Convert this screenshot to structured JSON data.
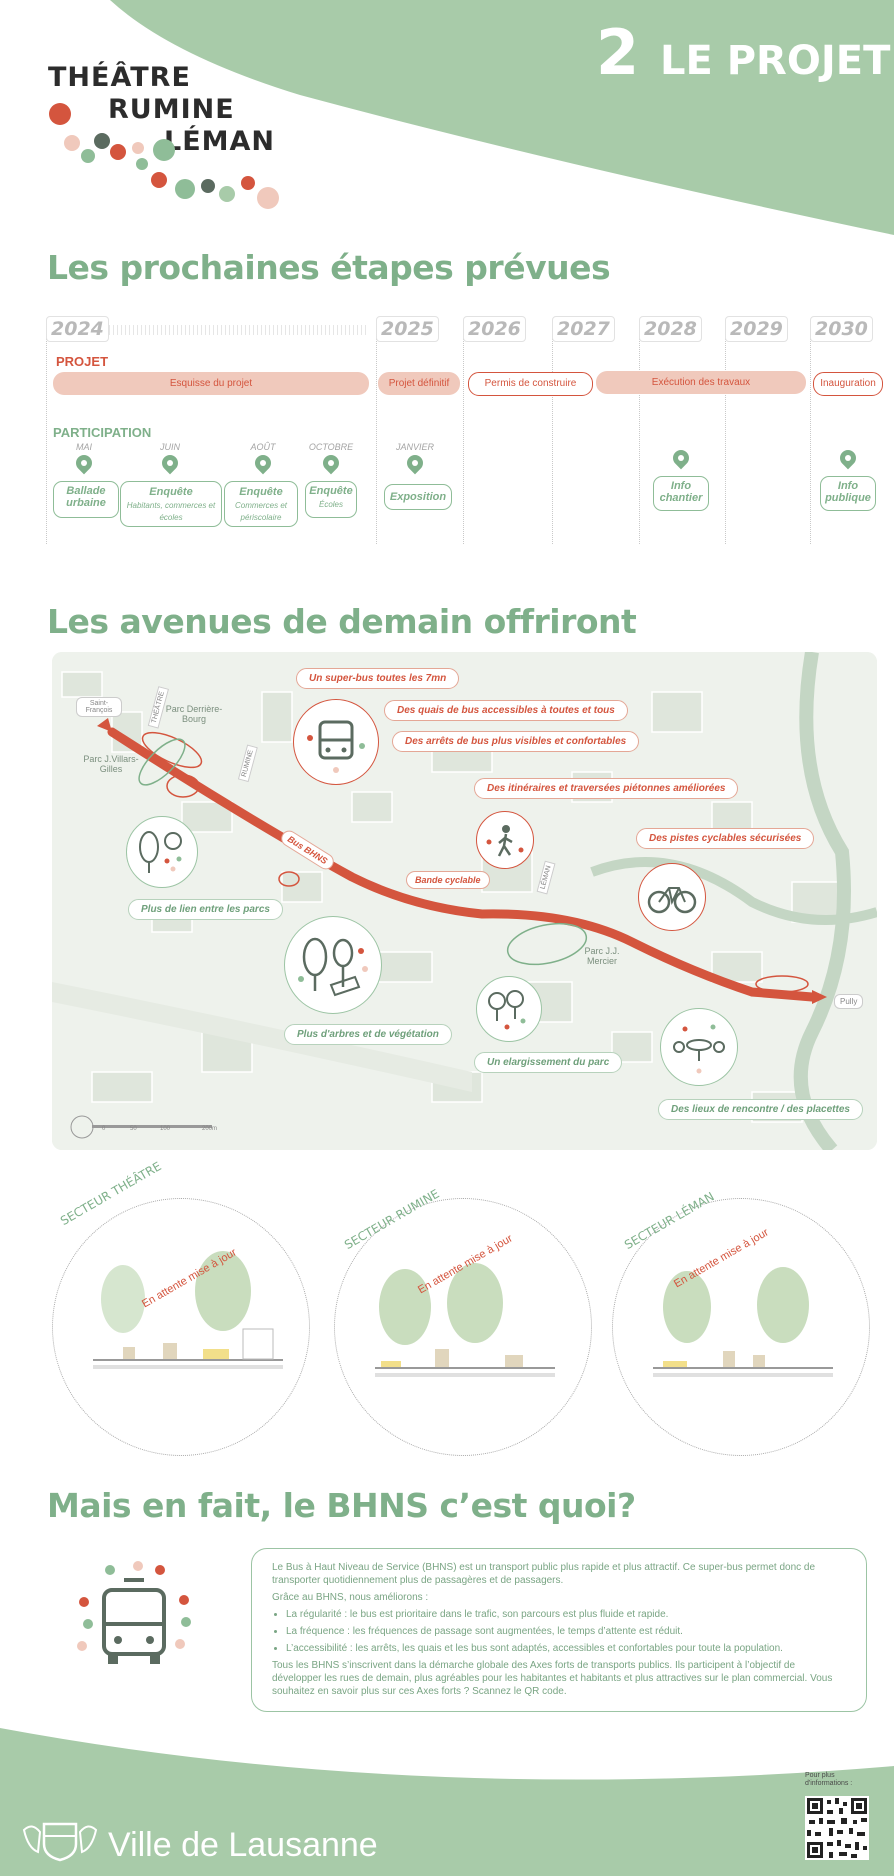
{
  "header": {
    "number": "2",
    "title": "LE PROJET",
    "logo_lines": [
      "THÉÂTRE",
      "RUMINE",
      "LÉMAN"
    ]
  },
  "colors": {
    "green": "#7fb08a",
    "red": "#d4553e",
    "pink": "#f0c9bc",
    "light_green": "#a8cba9"
  },
  "timeline": {
    "title": "Les prochaines étapes prévues",
    "years": [
      "2024",
      "2025",
      "2026",
      "2027",
      "2028",
      "2029",
      "2030"
    ],
    "projet_label": "PROJET",
    "participation_label": "PARTICIPATION",
    "projet_items": [
      "Esquisse du projet",
      "Projet définitif",
      "Permis de construire",
      "Exécution des travaux",
      "Inauguration"
    ],
    "participation_items": [
      {
        "month": "MAI",
        "title": "Ballade urbaine",
        "detail": ""
      },
      {
        "month": "JUIN",
        "title": "Enquête",
        "detail": "Habitants, commerces et écoles"
      },
      {
        "month": "AOÛT",
        "title": "Enquête",
        "detail": "Commerces et périscolaire"
      },
      {
        "month": "OCTOBRE",
        "title": "Enquête",
        "detail": "Écoles"
      },
      {
        "month": "JANVIER",
        "title": "Exposition",
        "detail": ""
      },
      {
        "month": "",
        "title": "Info chantier",
        "detail": ""
      },
      {
        "month": "",
        "title": "Info publique",
        "detail": ""
      }
    ]
  },
  "map": {
    "title": "Les avenues de demain offriront",
    "red_labels": [
      "Un super-bus toutes les 7mn",
      "Des quais de bus accessibles à toutes et tous",
      "Des arrêts de bus plus visibles et confortables",
      "Des itinéraires et traversées piétonnes améliorées",
      "Des pistes cyclables sécurisées",
      "Bande cyclable",
      "Bus BHNS"
    ],
    "green_labels": [
      "Plus de lien entre les parcs",
      "Plus d'arbres et de végétation",
      "Un elargissement du parc",
      "Des lieux de rencontre / des placettes"
    ],
    "places": [
      "Saint-François",
      "Parc Derrière-Bourg",
      "Parc J.Villars-Gilles",
      "Parc J.J. Mercier",
      "Pully",
      "THÉÂTRE",
      "RUMINE",
      "LÉMAN"
    ],
    "scale": [
      "0",
      "50",
      "100",
      "200m"
    ]
  },
  "sectors": [
    {
      "name": "SECTEUR THÉÂTRE",
      "status": "En attente mise à jour"
    },
    {
      "name": "SECTEUR RUMINE",
      "status": "En attente mise à jour"
    },
    {
      "name": "SECTEUR LÉMAN",
      "status": "En attente mise à jour"
    }
  ],
  "bhns": {
    "title": "Mais en fait, le BHNS c’est quoi?",
    "intro": "Le Bus à Haut Niveau de Service (BHNS) est un transport public plus rapide et plus attractif. Ce super-bus permet donc de transporter quotidiennement plus de passagères et de passagers.",
    "lead": "Grâce au BHNS, nous améliorons :",
    "bullets": [
      "La régularité : le bus est prioritaire dans le trafic, son parcours est plus fluide et rapide.",
      "La fréquence : les fréquences de passage sont augmentées, le temps d’attente est réduit.",
      "L’accessibilité : les arrêts, les quais et les bus sont adaptés, accessibles et confortables pour toute la population."
    ],
    "outro": "Tous les BHNS s’inscrivent dans la démarche globale des Axes forts de transports publics. Ils participent à l’objectif de développer les rues de demain, plus agréables pour les habitantes et habitants et plus attractives sur le plan commercial. Vous souhaitez en savoir plus sur ces Axes forts ? Scannez le QR code."
  },
  "footer": {
    "city": "Ville de Lausanne",
    "qr_caption": "Pour plus d'informations :"
  }
}
